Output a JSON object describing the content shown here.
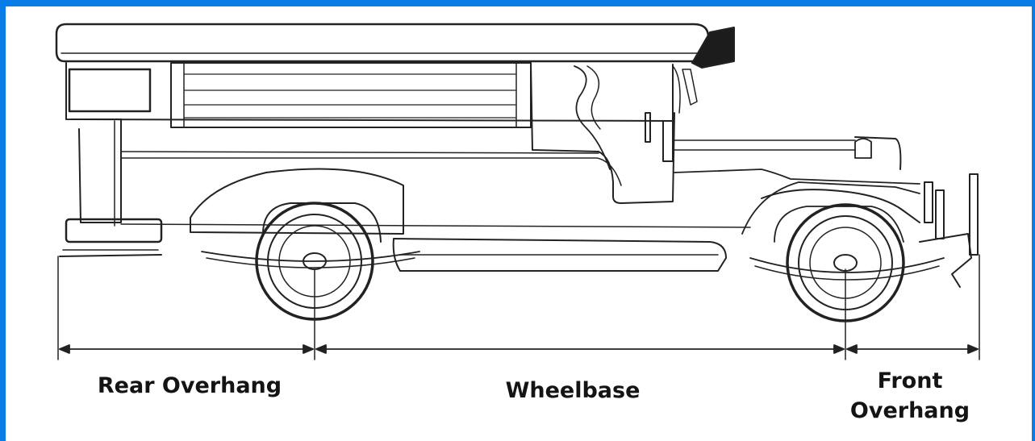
{
  "diagram": {
    "labels": {
      "rear_overhang": "Rear Overhang",
      "wheelbase": "Wheelbase",
      "front_overhang_line1": "Front",
      "front_overhang_line2": "Overhang"
    },
    "colors": {
      "frame": "#0a7ce8",
      "line": "#222222",
      "text": "#141414"
    }
  }
}
